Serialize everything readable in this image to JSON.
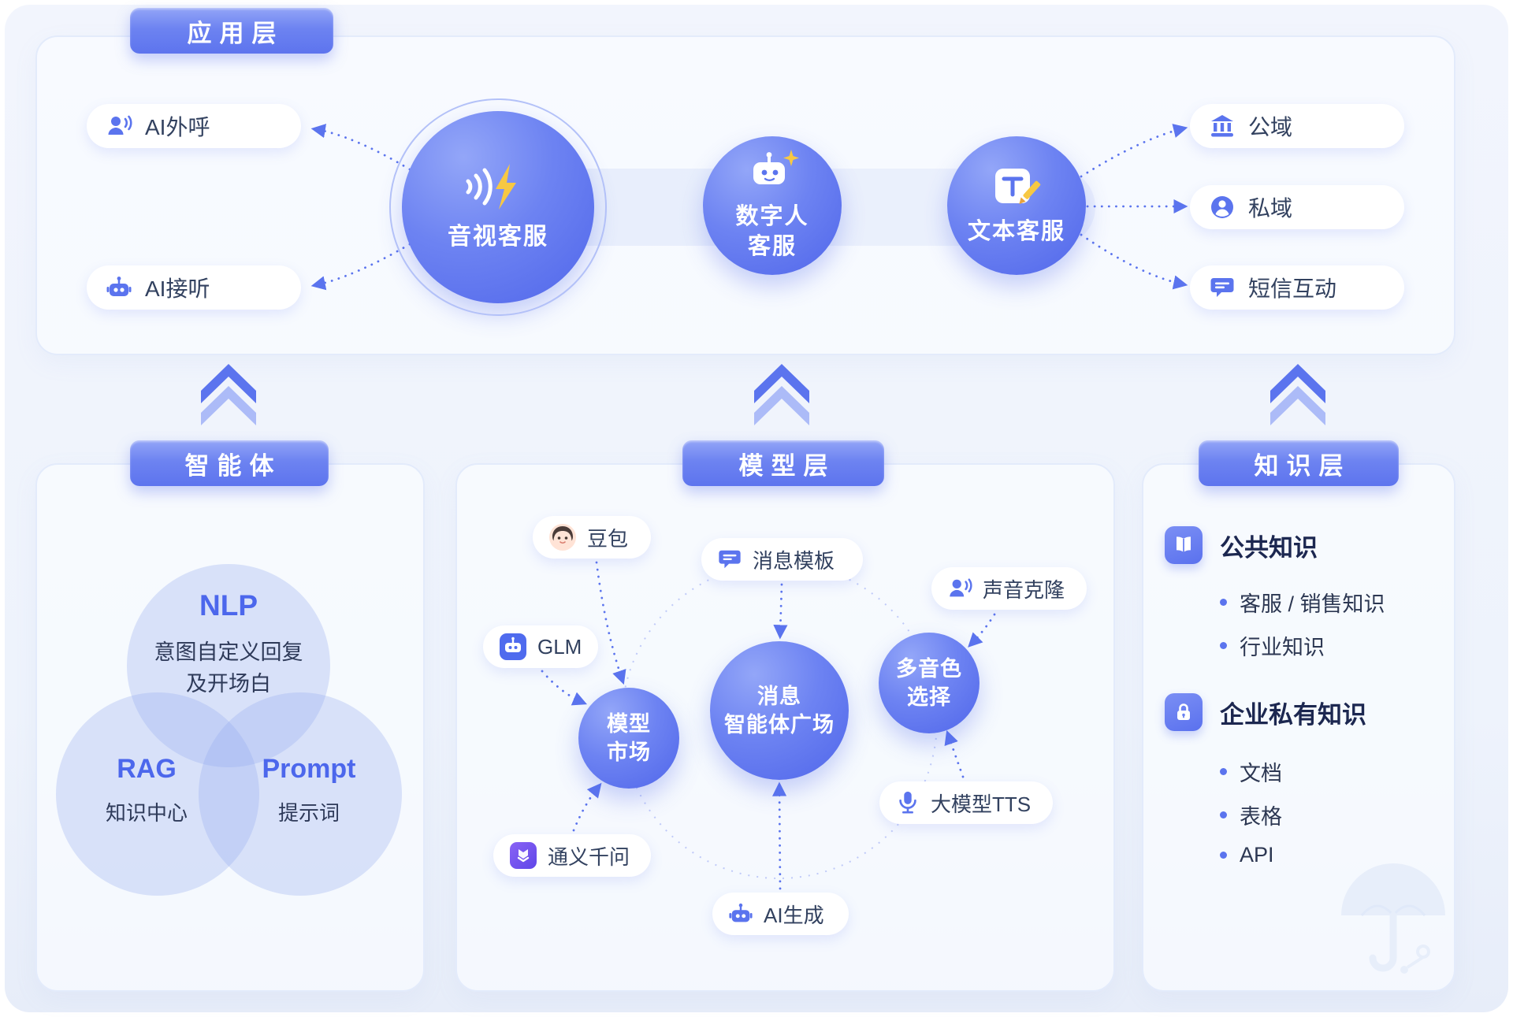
{
  "app_layer": {
    "title": "应用层",
    "left_pills": [
      {
        "label": "AI外呼",
        "icon": "speaking-person-icon"
      },
      {
        "label": "AI接听",
        "icon": "robot-icon"
      }
    ],
    "circles": [
      {
        "label": "音视客服",
        "icon": "audio-wave-lightning-icon"
      },
      {
        "line1": "数字人",
        "line2": "客服",
        "icon": "digital-human-icon"
      },
      {
        "label": "文本客服",
        "icon": "text-pencil-icon"
      }
    ],
    "right_pills": [
      {
        "label": "公域",
        "icon": "building-icon"
      },
      {
        "label": "私域",
        "icon": "person-circle-icon"
      },
      {
        "label": "短信互动",
        "icon": "chat-bubble-icon"
      }
    ]
  },
  "agent_layer": {
    "title": "智能体",
    "venn": {
      "nlp": {
        "title": "NLP",
        "desc1": "意图自定义回复",
        "desc2": "及开场白"
      },
      "rag": {
        "title": "RAG",
        "desc": "知识中心"
      },
      "prompt": {
        "title": "Prompt",
        "desc": "提示词"
      }
    }
  },
  "model_layer": {
    "title": "模型层",
    "pills": [
      {
        "label": "豆包",
        "icon": "doubao-avatar-icon"
      },
      {
        "label": "消息模板",
        "icon": "chat-bubble-icon"
      },
      {
        "label": "声音克隆",
        "icon": "speaking-person-icon"
      },
      {
        "label": "GLM",
        "icon": "glm-logo-icon"
      },
      {
        "label": "通义千问",
        "icon": "tongyi-logo-icon"
      },
      {
        "label": "大模型TTS",
        "icon": "microphone-icon"
      },
      {
        "label": "AI生成",
        "icon": "robot-icon"
      }
    ],
    "circles": [
      {
        "line1": "模型",
        "line2": "市场"
      },
      {
        "line1": "消息",
        "line2": "智能体广场"
      },
      {
        "line1": "多音色",
        "line2": "选择"
      }
    ]
  },
  "knowledge_layer": {
    "title": "知识层",
    "sections": [
      {
        "title": "公共知识",
        "icon": "book-icon",
        "items": [
          "客服 / 销售知识",
          "行业知识"
        ]
      },
      {
        "title": "企业私有知识",
        "icon": "lock-icon",
        "items": [
          "文档",
          "表格",
          "API"
        ]
      }
    ]
  },
  "colors": {
    "accent": "#5b74ee",
    "badge_gradient_top": "#93a5f7",
    "panel_border": "#e3ebfb",
    "highlight_yellow": "#f7c843"
  }
}
